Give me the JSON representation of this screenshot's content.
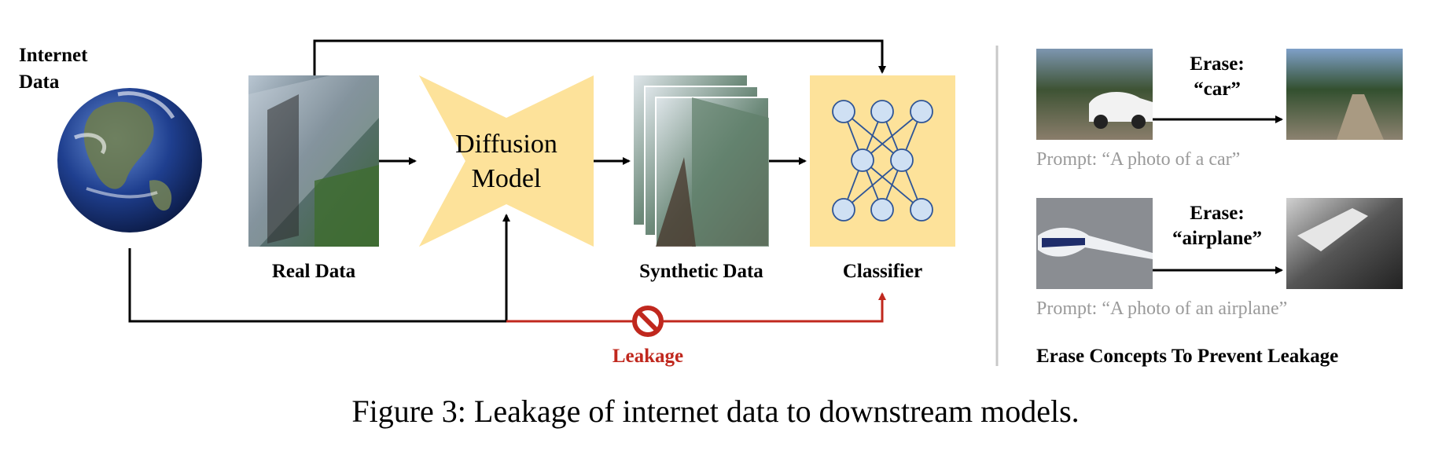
{
  "nodes": {
    "internet_data": "Internet\nData",
    "real_data": "Real Data",
    "diffusion_model": "Diffusion\nModel",
    "synthetic_data": "Synthetic Data",
    "classifier": "Classifier",
    "leakage": "Leakage"
  },
  "erase_panel": {
    "examples": [
      {
        "erase_label": "Erase:",
        "concept": "“car”",
        "prompt": "Prompt: “A photo of a car”"
      },
      {
        "erase_label": "Erase:",
        "concept": "“airplane”",
        "prompt": "Prompt: “A photo of an airplane”"
      }
    ],
    "title": "Erase Concepts To Prevent Leakage"
  },
  "caption": {
    "label": "Figure 3:",
    "text": "Leakage of internet data to downstream models."
  },
  "colors": {
    "diffusion_fill": "#fde29a",
    "classifier_fill": "#fde29a",
    "neuron_fill": "#cfe0f3",
    "neuron_stroke": "#2f5597",
    "leak_red": "#c0281e",
    "arrow": "#000000",
    "divider": "#c8c8c8"
  },
  "icons": [
    "globe-icon",
    "no-entry-icon",
    "neural-network-icon"
  ]
}
